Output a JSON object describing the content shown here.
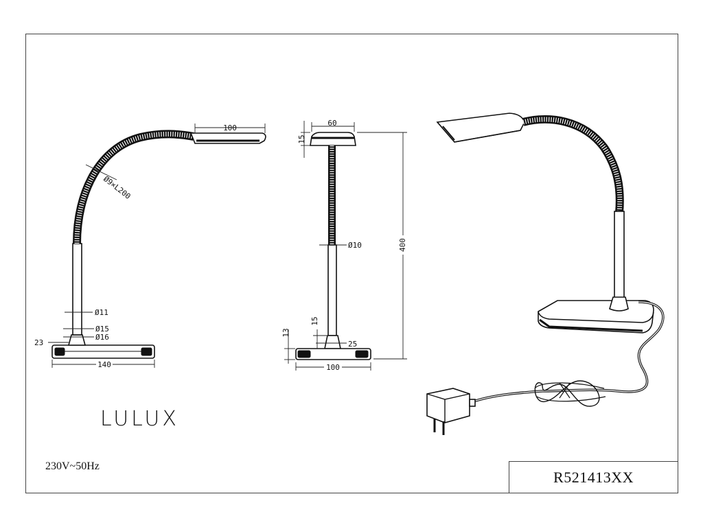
{
  "brand": "LULUX",
  "power_spec": "230V~50Hz",
  "product_code": "R521413XX",
  "side_view": {
    "dim_head_width": "100",
    "dim_gooseneck": "Ø9×L200",
    "dim_stem": "Ø11",
    "dim_collar_top": "Ø15",
    "dim_collar_base": "Ø16",
    "dim_offset": "23",
    "dim_base_length": "140"
  },
  "front_view": {
    "dim_head_width": "60",
    "dim_head_height": "15",
    "dim_total_height": "400",
    "dim_stem": "Ø10",
    "dim_collar_height": "15",
    "dim_base_height": "13",
    "dim_collar_width": "25",
    "dim_base_width": "100"
  }
}
